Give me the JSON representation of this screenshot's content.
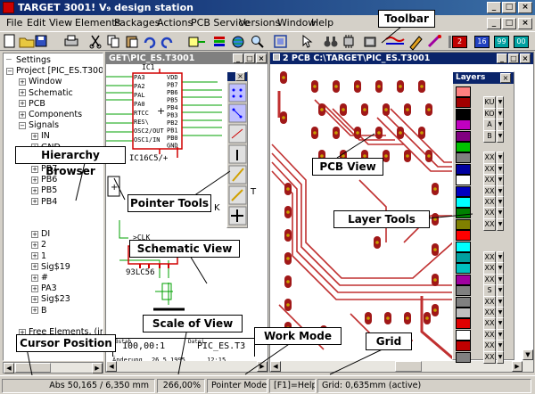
{
  "app": {
    "title": "TARGET 3001! V₉ design station",
    "window_buttons": [
      "_",
      "□",
      "×"
    ]
  },
  "menu": [
    "File",
    "Edit",
    "View",
    "Elements",
    "Packages",
    "Actions",
    "PCB Service",
    "Versions",
    "Window",
    "Help"
  ],
  "toolbar": {
    "badges": [
      "2",
      "16",
      "99",
      "00"
    ]
  },
  "tree": {
    "items": [
      {
        "label": "Settings",
        "indent": 0,
        "toggle": ""
      },
      {
        "label": "Project [PIC_ES.T3001]",
        "indent": 0,
        "toggle": "−"
      },
      {
        "label": "Window",
        "indent": 1,
        "toggle": "+"
      },
      {
        "label": "Schematic",
        "indent": 1,
        "toggle": "+"
      },
      {
        "label": "PCB",
        "indent": 1,
        "toggle": "+"
      },
      {
        "label": "Components",
        "indent": 1,
        "toggle": "+"
      },
      {
        "label": "Signals",
        "indent": 1,
        "toggle": "−"
      },
      {
        "label": "IN",
        "indent": 2,
        "toggle": "+"
      },
      {
        "label": "GND",
        "indent": 2,
        "toggle": "+"
      },
      {
        "label": "",
        "indent": 2,
        "toggle": ""
      },
      {
        "label": "PB7",
        "indent": 2,
        "toggle": "+"
      },
      {
        "label": "PB6",
        "indent": 2,
        "toggle": "+"
      },
      {
        "label": "PB5",
        "indent": 2,
        "toggle": "+"
      },
      {
        "label": "PB4",
        "indent": 2,
        "toggle": "+"
      },
      {
        "label": "",
        "indent": 2,
        "toggle": ""
      },
      {
        "label": "",
        "indent": 2,
        "toggle": ""
      },
      {
        "label": "DI",
        "indent": 2,
        "toggle": "+"
      },
      {
        "label": "2",
        "indent": 2,
        "toggle": "+"
      },
      {
        "label": "1",
        "indent": 2,
        "toggle": "+"
      },
      {
        "label": "Sig$19",
        "indent": 2,
        "toggle": "+"
      },
      {
        "label": "#",
        "indent": 2,
        "toggle": "+"
      },
      {
        "label": "PA3",
        "indent": 2,
        "toggle": "+"
      },
      {
        "label": "Sig$23",
        "indent": 2,
        "toggle": "+"
      },
      {
        "label": "B",
        "indent": 2,
        "toggle": "+"
      },
      {
        "label": "",
        "indent": 2,
        "toggle": ""
      },
      {
        "label": "Free Elements, (in S",
        "indent": 1,
        "toggle": "+"
      }
    ]
  },
  "schematic": {
    "title": "GET\\PIC_ES.T3001",
    "ic_name": "IC1",
    "ic_label": "IC16C5/+",
    "ic_left_pins": [
      "PA3",
      "PA2",
      "PAL",
      "PA0",
      "RTCC",
      "RES\\",
      "OSC2/OUT",
      "OSC1/IN"
    ],
    "ic_right_pins": [
      "VDD",
      "PB7",
      "PB6",
      "PB5",
      "PB4",
      "PB3",
      "PB2",
      "PB1",
      "PB0",
      "GND"
    ],
    "part2": "93LC56",
    "clk": "CLK",
    "titleblock": {
      "label1": "Bstab",
      "scale": "100,00:1",
      "label2": "Datei",
      "file": "PIC_ES.T3",
      "revision_label": "Änderung",
      "date": "26.5.1995",
      "time": "12:15"
    }
  },
  "pointer_tools": {
    "close": "×",
    "letters": [
      "T",
      "K"
    ]
  },
  "pcb": {
    "title": "2 PCB C:\\TARGET\\PIC_ES.T3001"
  },
  "layers": {
    "title": "Layers",
    "close": "×",
    "rows": [
      {
        "color": "#ff8080",
        "btn": ""
      },
      {
        "color": "#a00000",
        "btn": "KU"
      },
      {
        "color": "#000000",
        "btn": "KO"
      },
      {
        "color": "#c000c0",
        "btn": "A"
      },
      {
        "color": "#800080",
        "btn": "B"
      },
      {
        "color": "#00c000",
        "btn": ""
      },
      {
        "color": "#808080",
        "btn": "XX"
      },
      {
        "color": "#0000a0",
        "btn": "XX"
      },
      {
        "color": "#ffffff",
        "btn": "XX"
      },
      {
        "color": "#0000c0",
        "btn": "XX"
      },
      {
        "color": "#00ffff",
        "btn": "XX"
      },
      {
        "color": "#008000",
        "btn": "XX"
      },
      {
        "color": "#808000",
        "btn": "XX"
      },
      {
        "color": "#ff0000",
        "btn": ""
      },
      {
        "color": "#00ffff",
        "btn": ""
      },
      {
        "color": "#00a0a0",
        "btn": "XX"
      },
      {
        "color": "#00c0c0",
        "btn": "XX"
      },
      {
        "color": "#a000a0",
        "btn": "XX"
      },
      {
        "color": "#808080",
        "btn": "S"
      },
      {
        "color": "#808080",
        "btn": "XX"
      },
      {
        "color": "#c0c0c0",
        "btn": "XX"
      },
      {
        "color": "#e00000",
        "btn": "XX"
      },
      {
        "color": "#ffffff",
        "btn": "XX"
      },
      {
        "color": "#c00000",
        "btn": "XX"
      },
      {
        "color": "#808080",
        "btn": "XX"
      }
    ]
  },
  "callouts": {
    "toolbar": "Toolbar",
    "hierarchy": "Hierarchy Browser",
    "pcb_view": "PCB View",
    "pointer_tools": "Pointer Tools",
    "layer_tools": "Layer Tools",
    "schematic_view": "Schematic View",
    "scale_of_view": "Scale of View",
    "work_mode": "Work Mode",
    "grid": "Grid",
    "cursor_position": "Cursor Position"
  },
  "status": {
    "coords": "Abs 50,165 / 6,350 mm",
    "zoom": "266,00%",
    "mode": "Pointer Mode",
    "help": "[F1]=Help",
    "grid": "Grid:  0,635mm (active)"
  },
  "colors": {
    "title_active": "#0a246a",
    "pcb_bg": "#ffffff",
    "trace": "#c03030",
    "pad": "#a01818",
    "pad_ring": "#c8a000",
    "schematic_wire": "#00a000",
    "schematic_part": "#d00000"
  }
}
